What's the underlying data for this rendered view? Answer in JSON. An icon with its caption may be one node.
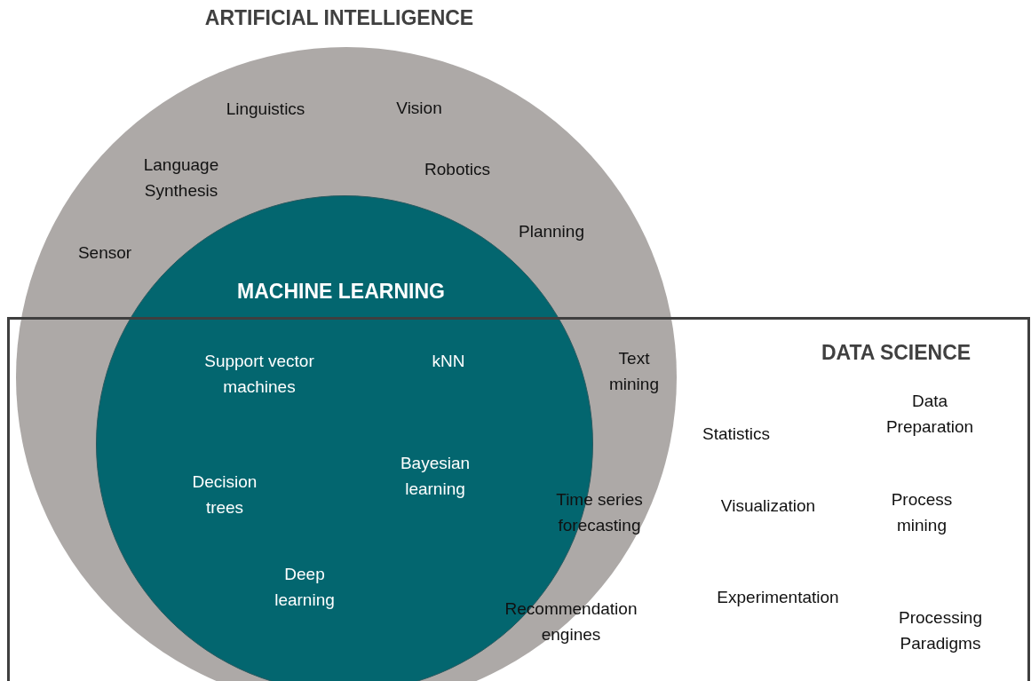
{
  "diagram": {
    "nodes": [
      {
        "text": [
          "ARTIFICIAL INTELLIGENCE"
        ]
      },
      {
        "text": [
          "MACHINE LEARNING"
        ],
        "in": 0
      },
      {
        "text": [
          "DATA SCIENCE"
        ]
      }
    ],
    "labels": [
      "Linguistics",
      "Vision",
      "Language Synthesis",
      "Robotics",
      "Sensor",
      "Planning",
      "Support vector machines",
      "kNN",
      "Text mining",
      "Statistics",
      "Data Preparation",
      "Decision trees",
      "Bayesian learning",
      "Time series forecasting",
      "Visualization",
      "Process mining",
      "Deep learning",
      "Recommendation engines",
      "Experimentation",
      "Processing Paradigms"
    ]
  }
}
